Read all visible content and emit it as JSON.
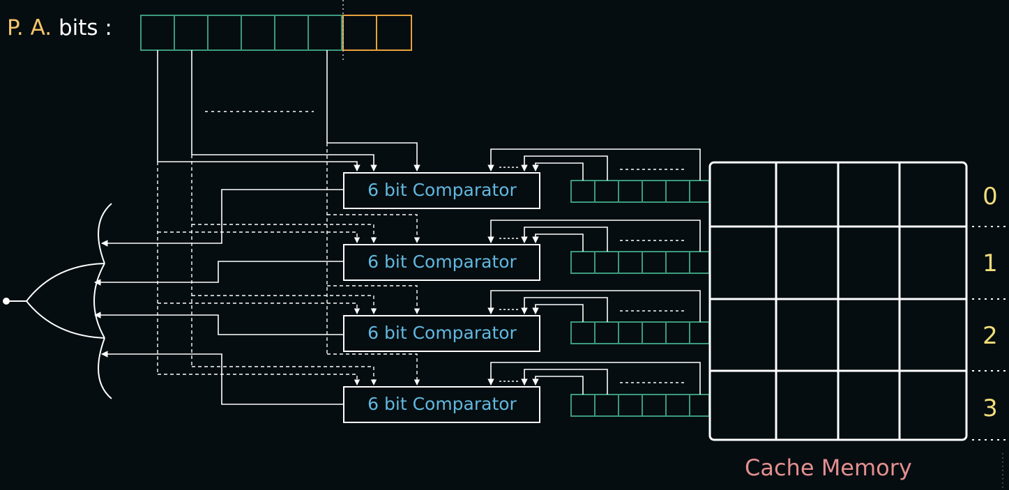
{
  "pa_label": {
    "prefix": "P. A.",
    "suffix": "bits :"
  },
  "comparators": [
    {
      "label": "6 bit Comparator"
    },
    {
      "label": "6 bit Comparator"
    },
    {
      "label": "6 bit Comparator"
    },
    {
      "label": "6 bit Comparator"
    }
  ],
  "cache": {
    "title": "Cache Memory",
    "rows": [
      "0",
      "1",
      "2",
      "3"
    ],
    "columns": 4
  },
  "pa_bits": {
    "tag_cells": 6,
    "other_cells": 2
  },
  "tag_cells_per_line": 6,
  "colors": {
    "background": "#050d10",
    "tag_teal": "#3c9b7d",
    "offset_orange": "#e8a23e",
    "wire": "#ffffff",
    "comparator_text": "#62b8e0",
    "row_number": "#f2dd7a",
    "cache_title": "#e48f90"
  }
}
